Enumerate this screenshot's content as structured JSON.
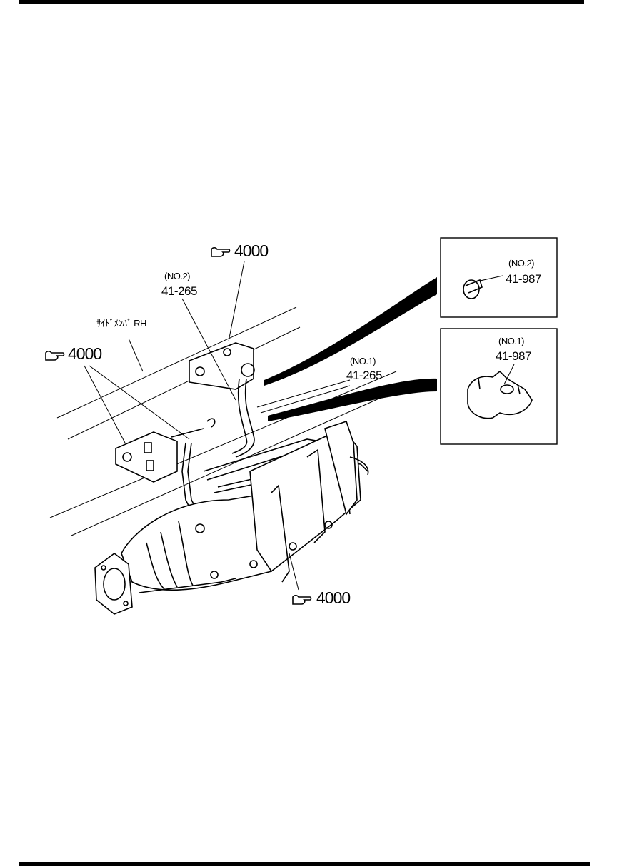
{
  "callouts": {
    "ref_top": "4000",
    "ref_left": "4000",
    "ref_bottom": "4000",
    "hose_no2_tag": "(NO.2)",
    "hose_no2_part": "41-265",
    "hose_no1_tag": "(NO.1)",
    "hose_no1_part": "41-265",
    "side_member": "ｻｲﾄﾞﾒﾝﾊﾞ RH"
  },
  "insets": {
    "clip_no2_tag": "(NO.2)",
    "clip_no2_part": "41-987",
    "clip_no1_tag": "(NO.1)",
    "clip_no1_part": "41-987"
  },
  "icons": {
    "reference": "pointing-hand-icon"
  }
}
